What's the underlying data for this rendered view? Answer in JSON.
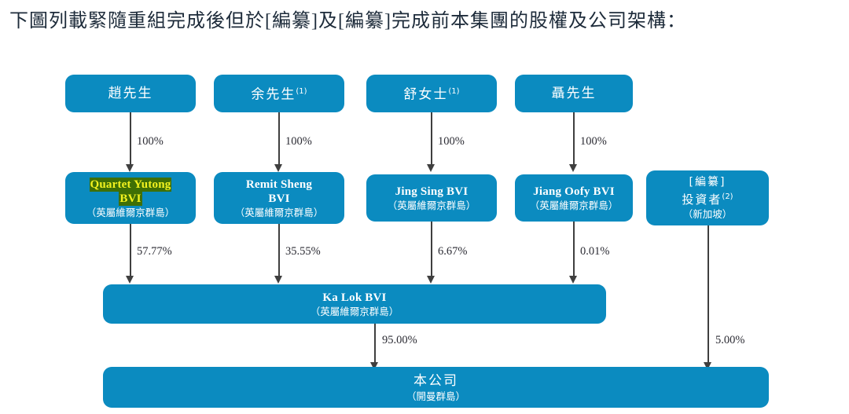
{
  "title": "下圖列載緊隨重組完成後但於[編纂]及[編纂]完成前本集團的股權及公司架構：",
  "colors": {
    "box_blue": "#0b8bc0",
    "highlight_bg": "#3f6f05",
    "highlight_text": "#f2f21f",
    "connector": "#3f3f3f",
    "title_text": "#1d2b3a"
  },
  "tier1": {
    "shareholders": [
      {
        "name": "趙先生",
        "note": ""
      },
      {
        "name": "余先生",
        "note": "(1)"
      },
      {
        "name": "舒女士",
        "note": "(1)"
      },
      {
        "name": "聶先生",
        "note": ""
      }
    ]
  },
  "tier1_to_tier2_percents": [
    "100%",
    "100%",
    "100%",
    "100%"
  ],
  "tier2": {
    "entities": [
      {
        "en_line1": "Quartet Yutong",
        "en_line2": "BVI",
        "locale": "（英屬維爾京群島）",
        "highlighted": true,
        "note": ""
      },
      {
        "en_line1": "Remit Sheng",
        "en_line2": "BVI",
        "locale": "（英屬維爾京群島）",
        "highlighted": false,
        "note": ""
      },
      {
        "en_line1": "Jing Sing BVI",
        "en_line2": "",
        "locale": "（英屬維爾京群島）",
        "highlighted": false,
        "note": ""
      },
      {
        "en_line1": "Jiang Oofy BVI",
        "en_line2": "",
        "locale": "（英屬維爾京群島）",
        "highlighted": false,
        "note": ""
      }
    ],
    "investor": {
      "line1": "[編纂]",
      "line2": "投資者",
      "note": "(2)",
      "locale": "（新加坡）"
    }
  },
  "tier2_to_tier3_percents": [
    "57.77%",
    "35.55%",
    "6.67%",
    "0.01%"
  ],
  "tier3": {
    "en_name": "Ka Lok BVI",
    "locale": "（英屬維爾京群島）"
  },
  "tier3_to_tier4_percent": "95.00%",
  "investor_to_tier4_percent": "5.00%",
  "tier4": {
    "cn_name": "本公司",
    "locale": "（開曼群島）"
  }
}
